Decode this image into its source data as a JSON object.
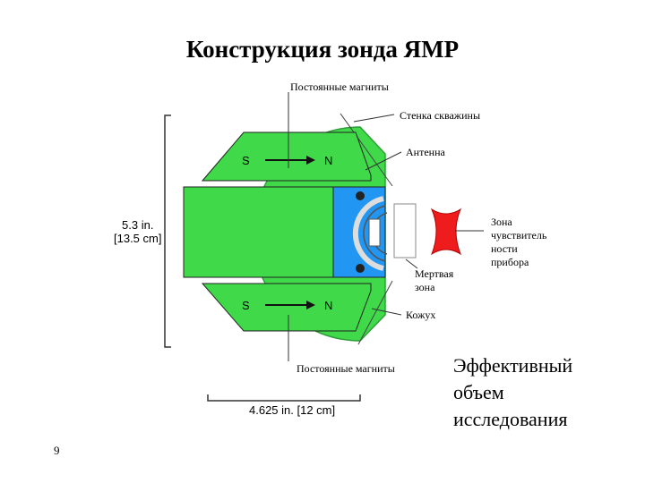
{
  "title": "Конструкция зонда ЯМР",
  "labels": {
    "magnets_top": "Постоянные магниты",
    "borehole_wall": "Стенка скважины",
    "antenna": "Антенна",
    "sensitive_zone": [
      "Зона",
      "чувствитель",
      "ности",
      "прибора"
    ],
    "dead_zone": [
      "Мертвая",
      "зона"
    ],
    "casing": "Кожух",
    "magnets_bottom": "Постоянные магниты",
    "effective_volume": [
      "Эффективный",
      "объем",
      "исследования"
    ]
  },
  "poles": {
    "south": "S",
    "north": "N"
  },
  "dimensions": {
    "height_in": "5.3 in.",
    "height_cm": "[13.5 cm]",
    "width": "4.625 in. [12 cm]"
  },
  "page_number": "9",
  "colors": {
    "body_green": "#3fd94a",
    "dark_green": "#2f9e3a",
    "antenna_blue": "#2196f3",
    "sensitive_red": "#ee1c1c",
    "outline": "#222222"
  }
}
